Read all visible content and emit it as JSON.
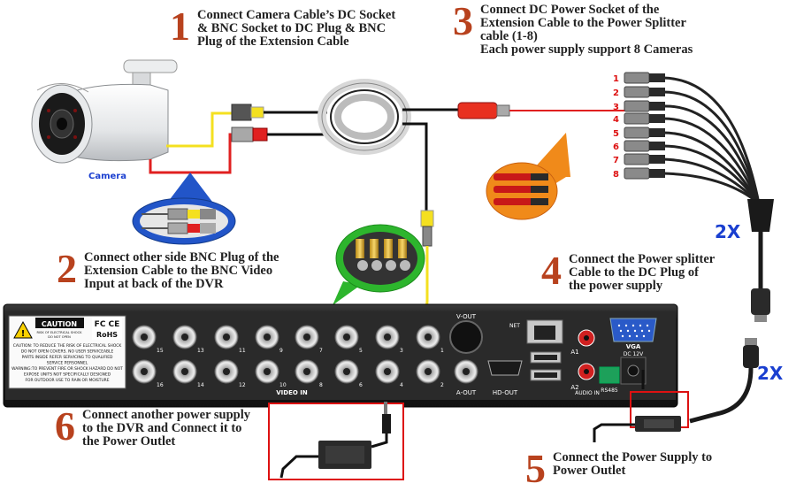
{
  "steps": [
    {
      "num": "1",
      "text": "Connect Camera Cable’s DC Socket\n& BNC Socket to DC Plug & BNC\nPlug of the Extension Cable"
    },
    {
      "num": "2",
      "text": "Connect other side BNC Plug of the\nExtension Cable to the BNC Video\nInput at back of the DVR"
    },
    {
      "num": "3",
      "text": "Connect DC Power Socket of the\nExtension Cable to the Power Splitter\ncable (1-8)\nEach power supply support 8 Cameras"
    },
    {
      "num": "4",
      "text": "Connect the Power splitter\nCable to the DC Plug of\nthe power supply"
    },
    {
      "num": "5",
      "text": "Connect the Power Supply to\nPower Outlet"
    },
    {
      "num": "6",
      "text": "Connect another power supply\nto the DVR and Connect it to\nthe Power Outlet"
    }
  ],
  "camera_label": "Camera",
  "splitter_ports": [
    "1",
    "2",
    "3",
    "4",
    "5",
    "6",
    "7",
    "8"
  ],
  "multiplier_upper": "2X",
  "multiplier_lower": "2X",
  "dvr": {
    "caution_title": "CAUTION",
    "caution_sub": "RISK OF ELECTRICAL SHOCK\nDO NOT OPEN",
    "caution_lines": [
      "CAUTION: TO REDUCE THE RISK OF ELECTRICAL SHOCK",
      "DO NOT OPEN COVERS. NO USER SERVICEABLE",
      "PARTS INSIDE REFER SERVICING TO QUALIFIED",
      "SERVICE PERSONNEL",
      "WARNING:TO PREVENT FIRE OR SHOCK HAZARD DO NOT",
      "EXPOSE UNITS NOT SPECIFICALLY DESIGNED",
      "FOR OUTDOOR USE TO RAIN OR MOISTURE"
    ],
    "cert_fc": "FC CE",
    "cert_rohs": "RoHS",
    "bnc_top_numbers": [
      "15",
      "13",
      "11",
      "9",
      "7",
      "5",
      "3",
      "1"
    ],
    "bnc_bottom_numbers": [
      "16",
      "14",
      "12",
      "10",
      "8",
      "6",
      "4",
      "2"
    ],
    "video_in": "VIDEO IN",
    "v_out": "V-OUT",
    "a_out": "A-OUT",
    "hd_out": "HD-OUT",
    "net": "NET",
    "a1": "A1",
    "a2": "A2",
    "audio_in": "AUDIO IN",
    "vga": "VGA",
    "dc12v": "DC 12V",
    "rs485": "RS485"
  },
  "colors": {
    "step_number": "#b8421e",
    "cable_yellow": "#f4e020",
    "cable_red": "#e02020",
    "highlight_box": "#d11",
    "callout_blue": "#2255c8",
    "callout_green": "#2db52d",
    "callout_orange": "#f08a1a",
    "multiplier_blue": "#1a3fd0"
  }
}
